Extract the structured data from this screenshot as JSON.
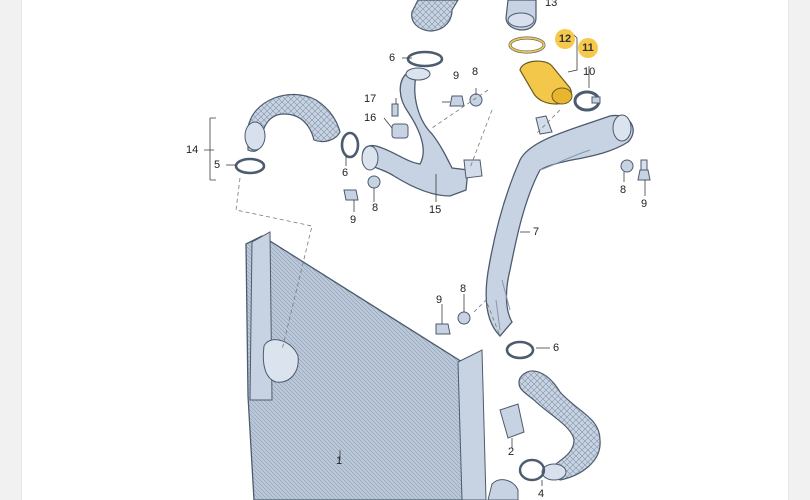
{
  "callouts": [
    {
      "id": "c13",
      "text": "13"
    },
    {
      "id": "c12",
      "text": "12",
      "highlight": true
    },
    {
      "id": "c11",
      "text": "11",
      "highlight": true
    },
    {
      "id": "c10",
      "text": "10"
    },
    {
      "id": "c6a",
      "text": "6"
    },
    {
      "id": "c9a",
      "text": "9"
    },
    {
      "id": "c8a",
      "text": "8"
    },
    {
      "id": "c17",
      "text": "17"
    },
    {
      "id": "c16",
      "text": "16"
    },
    {
      "id": "c14",
      "text": "14"
    },
    {
      "id": "c5",
      "text": "5"
    },
    {
      "id": "c6b",
      "text": "6"
    },
    {
      "id": "c9b",
      "text": "9"
    },
    {
      "id": "c8b",
      "text": "8"
    },
    {
      "id": "c15",
      "text": "15"
    },
    {
      "id": "c8c",
      "text": "8"
    },
    {
      "id": "c9c",
      "text": "9"
    },
    {
      "id": "c7",
      "text": "7"
    },
    {
      "id": "c9d",
      "text": "9"
    },
    {
      "id": "c8d",
      "text": "8"
    },
    {
      "id": "c6c",
      "text": "6"
    },
    {
      "id": "c1",
      "text": "1"
    },
    {
      "id": "c2",
      "text": "2"
    },
    {
      "id": "c4",
      "text": "4"
    }
  ],
  "colors": {
    "part_fill": "#c7d3e3",
    "part_stroke": "#4c5b6e",
    "highlight_part": "#f3c84a",
    "highlight_badge": "#f6c94b"
  }
}
